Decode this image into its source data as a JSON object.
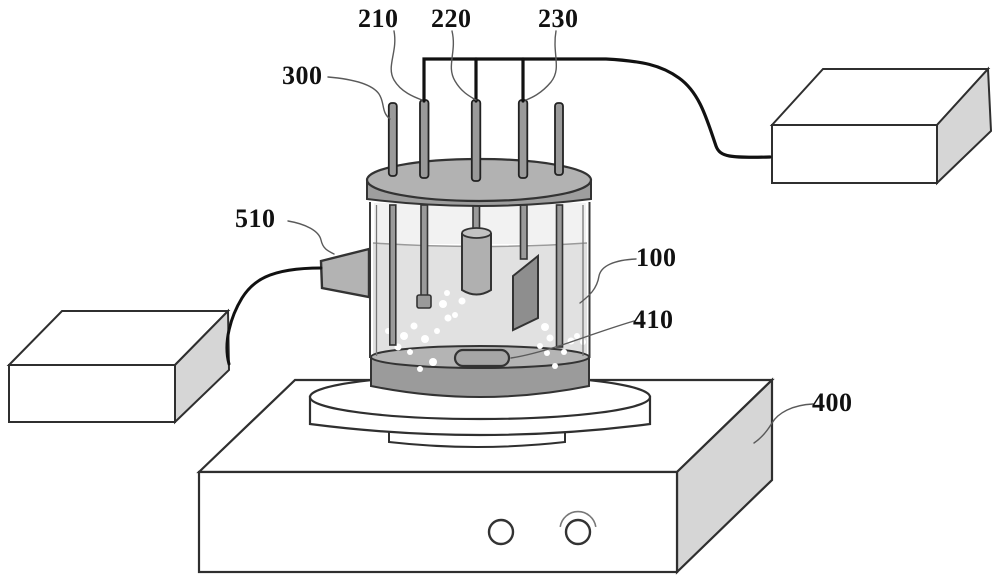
{
  "labels": [
    {
      "id": "210",
      "text": "210"
    },
    {
      "id": "220",
      "text": "220"
    },
    {
      "id": "230",
      "text": "230"
    },
    {
      "id": "300",
      "text": "300"
    },
    {
      "id": "510",
      "text": "510"
    },
    {
      "id": "100",
      "text": "100"
    },
    {
      "id": "410",
      "text": "410"
    },
    {
      "id": "400",
      "text": "400"
    }
  ],
  "colors": {
    "outline": "#2f2f2f",
    "wire_black": "#111111",
    "leader_gray": "#5a5a5a",
    "lid_band_gray": "#9e9e9e",
    "lid_top_gray": "#b2b2b2",
    "base_band_gray": "#9b9b9b",
    "base_top_gray": "#b4b4b4",
    "liquid_gray": "#e1e1e1",
    "interior_tint": "#f2f2f2",
    "rod_gray": "#9a9a9a",
    "cylinder_electrode_gray": "#b0b0b0",
    "cylinder_cap_gray": "#c2c2c2",
    "plate_electrode_gray": "#8e8e8e",
    "stir_bar_gray": "#a6a6a6",
    "horn_gray": "#b3b3b3",
    "box_side_gray": "#d6d6d6",
    "box_face_white": "#ffffff",
    "bubble_white": "#ffffff"
  }
}
